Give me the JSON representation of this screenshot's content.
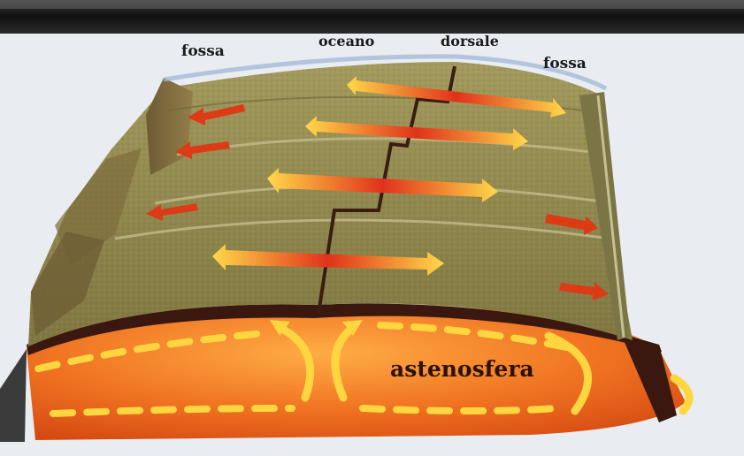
{
  "labels": {
    "fossa_left": "fossa",
    "oceano": "oceano",
    "dorsale": "dorsale",
    "fossa_right": "fossa",
    "astenosfera": "astenosfera"
  },
  "colors": {
    "top_band": "#1a1a1a",
    "crust": "#8f8a4e",
    "crust_dark": "#5e5230",
    "ridge": "#3a1d12",
    "asthenosphere": "#ee6a1c",
    "asthenosphere_core": "#ff9a35",
    "arrow_yellow": "#ffd338",
    "arrow_red": "#dd2c12"
  }
}
